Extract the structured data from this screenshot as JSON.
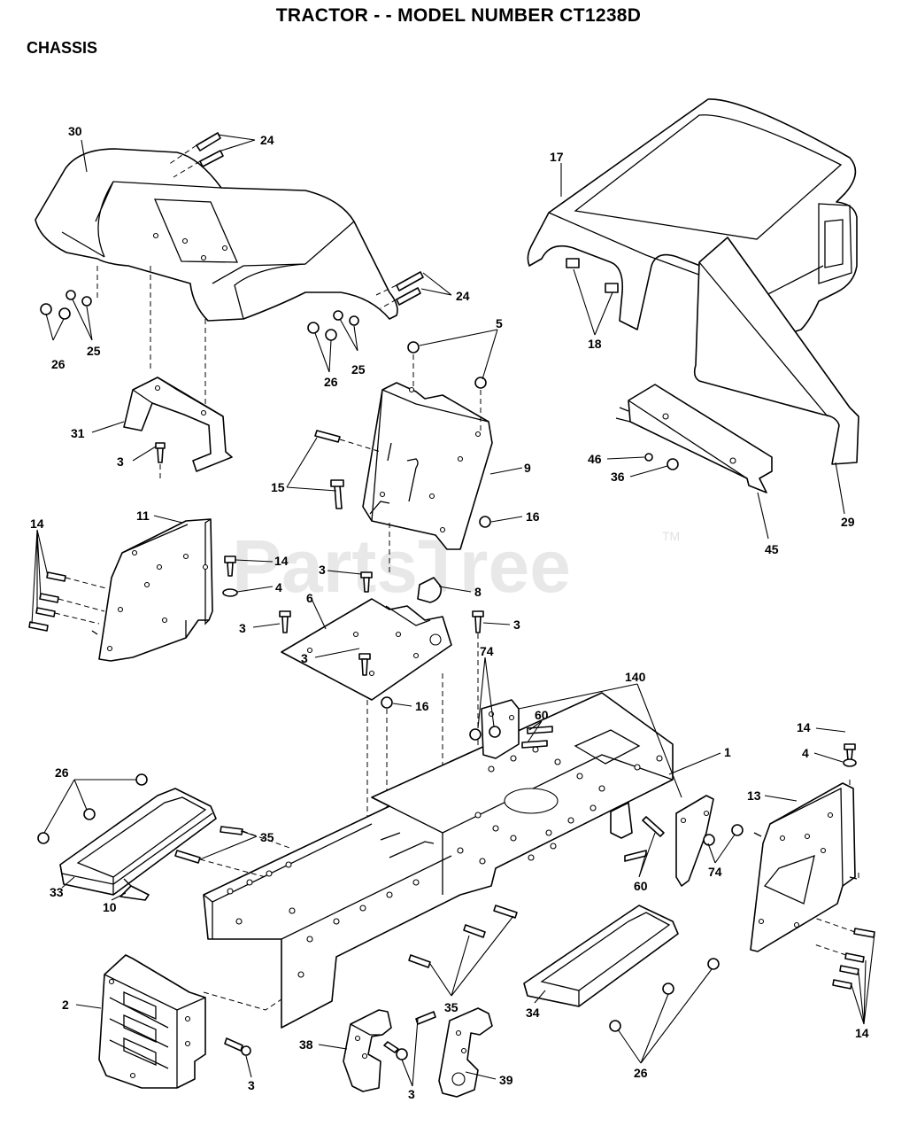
{
  "title": "TRACTOR - - MODEL NUMBER CT1238D",
  "section": "CHASSIS",
  "watermark": {
    "text": "PartsTree",
    "mark": "TM"
  },
  "parts": [
    {
      "label": "30"
    },
    {
      "label": "24"
    },
    {
      "label": "24"
    },
    {
      "label": "25"
    },
    {
      "label": "26"
    },
    {
      "label": "25"
    },
    {
      "label": "26"
    },
    {
      "label": "31"
    },
    {
      "label": "3"
    },
    {
      "label": "17"
    },
    {
      "label": "18"
    },
    {
      "label": "5"
    },
    {
      "label": "9"
    },
    {
      "label": "15"
    },
    {
      "label": "16"
    },
    {
      "label": "46"
    },
    {
      "label": "36"
    },
    {
      "label": "45"
    },
    {
      "label": "29"
    },
    {
      "label": "14"
    },
    {
      "label": "11"
    },
    {
      "label": "14"
    },
    {
      "label": "4"
    },
    {
      "label": "3"
    },
    {
      "label": "8"
    },
    {
      "label": "6"
    },
    {
      "label": "3"
    },
    {
      "label": "3"
    },
    {
      "label": "3"
    },
    {
      "label": "16"
    },
    {
      "label": "74"
    },
    {
      "label": "140"
    },
    {
      "label": "60"
    },
    {
      "label": "1"
    },
    {
      "label": "14"
    },
    {
      "label": "4"
    },
    {
      "label": "13"
    },
    {
      "label": "26"
    },
    {
      "label": "35"
    },
    {
      "label": "33"
    },
    {
      "label": "10"
    },
    {
      "label": "60"
    },
    {
      "label": "74"
    },
    {
      "label": "2"
    },
    {
      "label": "35"
    },
    {
      "label": "34"
    },
    {
      "label": "26"
    },
    {
      "label": "14"
    },
    {
      "label": "38"
    },
    {
      "label": "3"
    },
    {
      "label": "39"
    },
    {
      "label": "3"
    }
  ]
}
